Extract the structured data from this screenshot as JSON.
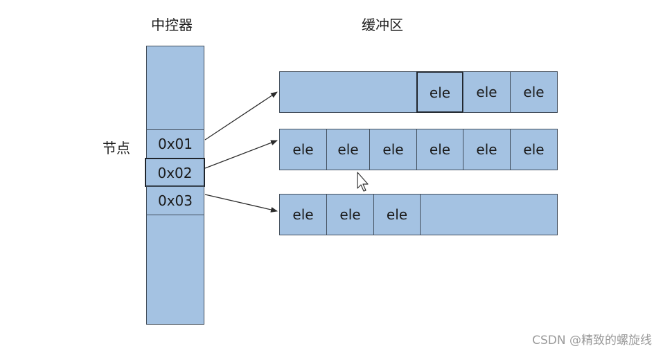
{
  "titles": {
    "controller": "中控器",
    "buffer": "缓冲区",
    "node": "节点"
  },
  "nodes": [
    "0x01",
    "0x02",
    "0x03"
  ],
  "buffers": [
    {
      "empty_leading": true,
      "cells": [
        "ele",
        "ele",
        "ele"
      ]
    },
    {
      "empty_leading": false,
      "cells": [
        "ele",
        "ele",
        "ele",
        "ele",
        "ele",
        "ele"
      ]
    },
    {
      "empty_leading": false,
      "cells": [
        "ele",
        "ele",
        "ele"
      ]
    }
  ],
  "watermark": "CSDN @精致的螺旋线",
  "colors": {
    "fill": "#a4c2e2",
    "border": "#3e4a58",
    "arrow": "#2b2b2b"
  }
}
